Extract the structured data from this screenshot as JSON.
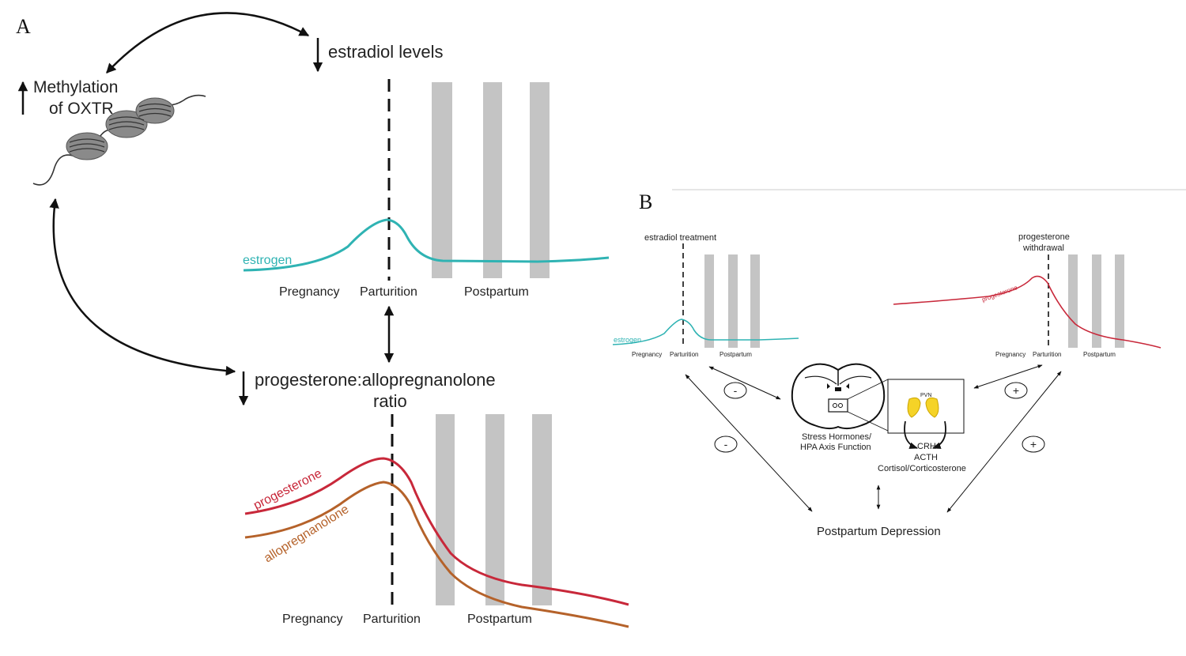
{
  "panel_a": {
    "label": "A",
    "methylation_line1": "Methylation",
    "methylation_line2": "of OXTR",
    "estradiol_label": "estradiol levels",
    "ratio_line1": "progesterone:allopregnanolone",
    "ratio_line2": "ratio",
    "top_chart": {
      "series_label": "estrogen",
      "x_labels": [
        "Pregnancy",
        "Parturition",
        "Postpartum"
      ]
    },
    "bottom_chart": {
      "series_labels": [
        "progesterone",
        "allopregnanolone"
      ],
      "x_labels": [
        "Pregnancy",
        "Parturition",
        "Postpartum"
      ]
    }
  },
  "panel_b": {
    "label": "B",
    "left_chart": {
      "title": "estradiol treatment",
      "series_label": "estrogen",
      "x_labels": [
        "Pregnancy",
        "Parturition",
        "Postpartum"
      ]
    },
    "right_chart": {
      "title_line1": "progesterone",
      "title_line2": "withdrawal",
      "series_label": "progesterone",
      "x_labels": [
        "Pregnancy",
        "Parturition",
        "Postpartum"
      ]
    },
    "pvn_label": "PVN",
    "stress_line1": "Stress Hormones/",
    "stress_line2": "HPA Axis Function",
    "crh": "CRH",
    "acth": "ACTH",
    "cortisol": "Cortisol/Corticosterone",
    "minus_sign": "-",
    "plus_sign": "+",
    "outcome": "Postpartum Depression"
  },
  "colors": {
    "estrogen": "#2fb3b3",
    "progesterone": "#c8283a",
    "allopregnanolone": "#b5622a",
    "bars": "#c4c4c4",
    "pvn": "#f5d327"
  }
}
